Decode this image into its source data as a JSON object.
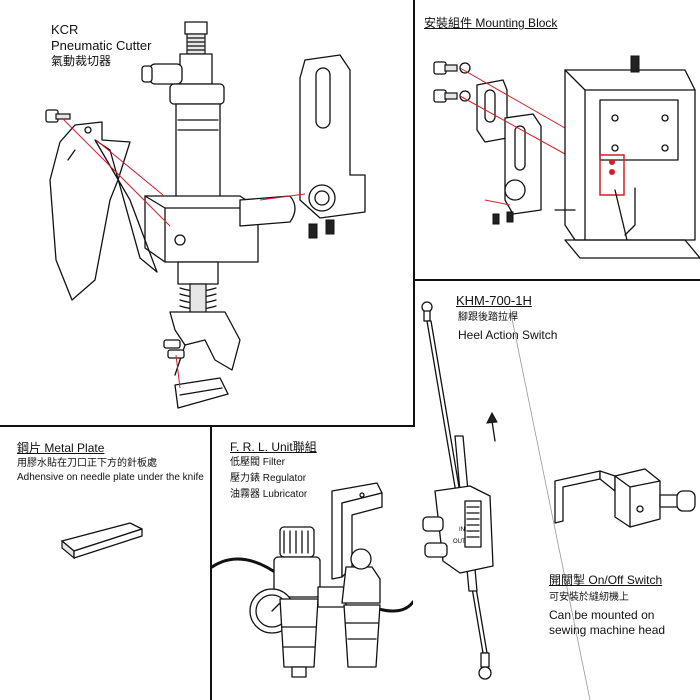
{
  "cutter": {
    "model": "KCR",
    "name_en": "Pneumatic Cutter",
    "name_zh": "氣動裁切器"
  },
  "mounting": {
    "title_zh": "安裝組件",
    "title_en": "Mounting Block"
  },
  "khm": {
    "model": "KHM-700-1H",
    "name_zh": "腳跟後踏拉桿",
    "name_en": "Heel Action Switch",
    "scale_in": "IN",
    "scale_out": "OUT"
  },
  "plate": {
    "title_zh": "鋼片",
    "title_en": "Metal Plate",
    "desc_zh": "用膠水貼在刀口正下方的針板處",
    "desc_en": "Adhensive on needle plate under the knife"
  },
  "frl": {
    "title_en": "F. R. L. Unit",
    "title_zh": "聯組",
    "items": [
      {
        "zh": "低壓閥",
        "en": "Filter"
      },
      {
        "zh": "壓力錶",
        "en": "Regulator"
      },
      {
        "zh": "油霧器",
        "en": "Lubricator"
      }
    ]
  },
  "onoff": {
    "title_zh": "開關掣",
    "title_en": "On/Off Switch",
    "desc_zh": "可安裝於縫紉機上",
    "desc_en_1": "Can be mounted on",
    "desc_en_2": "sewing machine head"
  },
  "colors": {
    "line": "#111111",
    "accent_red": "#d0202a",
    "background": "#ffffff"
  }
}
